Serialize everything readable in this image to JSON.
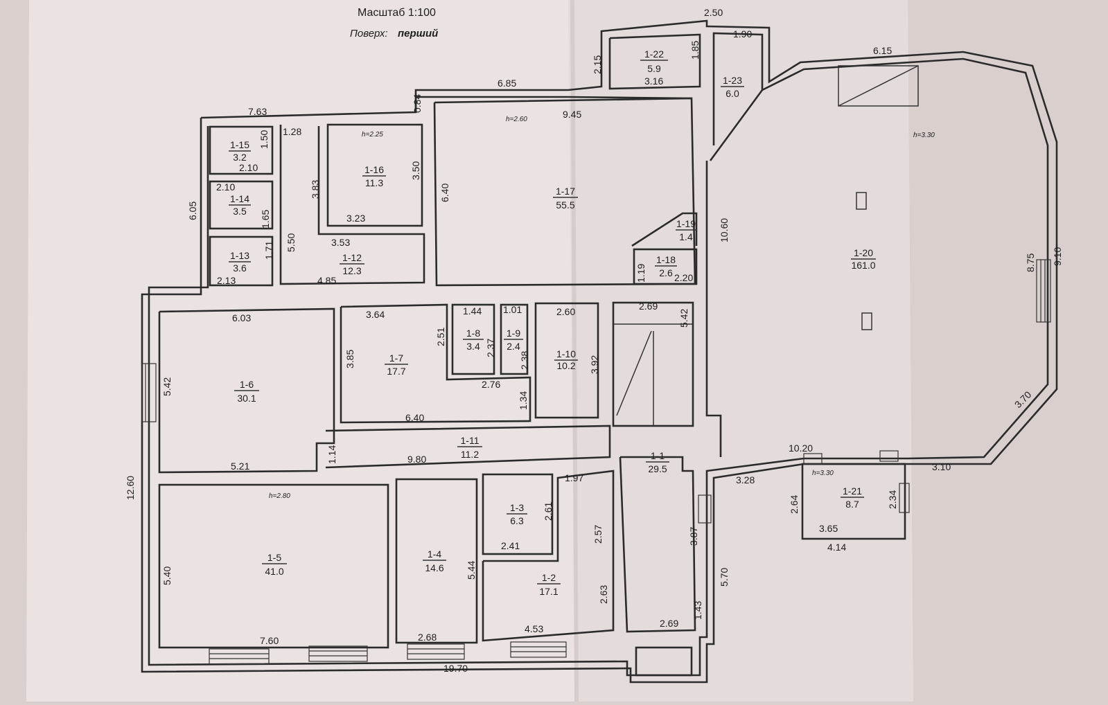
{
  "header": {
    "scale": "Масштаб 1:100",
    "floor_label": "Поверх:",
    "floor_value": "перший"
  },
  "rooms": [
    {
      "id": "1-1",
      "area": "29.5"
    },
    {
      "id": "1-2",
      "area": "17.1"
    },
    {
      "id": "1-3",
      "area": "6.3"
    },
    {
      "id": "1-4",
      "area": "14.6"
    },
    {
      "id": "1-5",
      "area": "41.0"
    },
    {
      "id": "1-6",
      "area": "30.1"
    },
    {
      "id": "1-7",
      "area": "17.7"
    },
    {
      "id": "1-8",
      "area": "3.4"
    },
    {
      "id": "1-9",
      "area": "2.4"
    },
    {
      "id": "1-10",
      "area": "10.2"
    },
    {
      "id": "1-11",
      "area": "11.2"
    },
    {
      "id": "1-12",
      "area": "12.3"
    },
    {
      "id": "1-13",
      "area": "3.6"
    },
    {
      "id": "1-14",
      "area": "3.5"
    },
    {
      "id": "1-15",
      "area": "3.2"
    },
    {
      "id": "1-16",
      "area": "11.3"
    },
    {
      "id": "1-17",
      "area": "55.5"
    },
    {
      "id": "1-18",
      "area": "2.6"
    },
    {
      "id": "1-19",
      "area": "1.4"
    },
    {
      "id": "1-20",
      "area": "161.0"
    },
    {
      "id": "1-21",
      "area": "8.7"
    },
    {
      "id": "1-22",
      "area": "5.9"
    },
    {
      "id": "1-23",
      "area": "6.0"
    }
  ],
  "heights": [
    "h=2.25",
    "h=2.60",
    "h=3.30",
    "h=2.80",
    "h=3.30"
  ],
  "dimensions": [
    "7.63",
    "1.28",
    "6.85",
    "0.84",
    "2.50",
    "1.90",
    "2.15",
    "1.85",
    "3.16",
    "9.45",
    "6.15",
    "1.50",
    "2.10",
    "2.10",
    "1.65",
    "3.83",
    "3.50",
    "3.23",
    "6.40",
    "6.05",
    "5.50",
    "1.71",
    "3.53",
    "2.13",
    "4.85",
    "10.60",
    "1.19",
    "2.20",
    "8.75",
    "9.10",
    "6.03",
    "3.64",
    "3.85",
    "2.51",
    "1.44",
    "1.01",
    "2.37",
    "2.38",
    "2.60",
    "3.92",
    "2.69",
    "5.42",
    "5.42",
    "2.76",
    "1.34",
    "6.40",
    "3.70",
    "1.14",
    "5.21",
    "9.80",
    "10.20",
    "3.10",
    "3.28",
    "12.60",
    "1.97",
    "2.61",
    "2.41",
    "2.64",
    "2.34",
    "3.65",
    "4.14",
    "2.57",
    "3.87",
    "5.70",
    "5.40",
    "5.44",
    "2.63",
    "1.43",
    "7.60",
    "2.68",
    "4.53",
    "2.69",
    "19.70"
  ],
  "colors": {
    "paper": "#eae3e1",
    "ink": "#2b2b2b",
    "background": "#d9cfcc"
  }
}
